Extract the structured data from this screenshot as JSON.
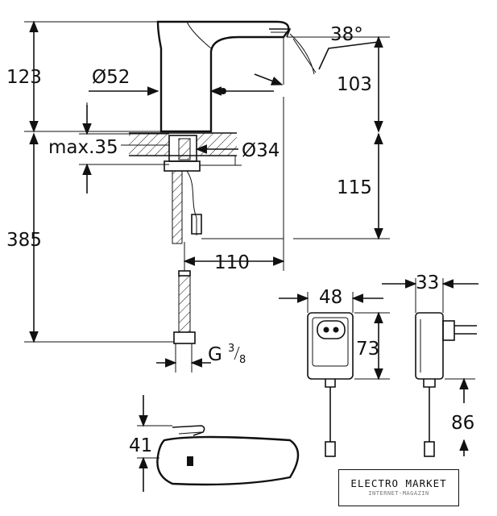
{
  "dimensions": {
    "height_top": "123",
    "spout_diameter": "Ø52",
    "spout_angle": "38°",
    "spout_height": "103",
    "max_thickness": "max.35",
    "hole_diameter": "Ø34",
    "under_counter": "115",
    "total_depth": "385",
    "reach": "110",
    "thread_base": "G",
    "thread_num": "3",
    "thread_den": "8",
    "adapter_width": "48",
    "adapter_depth": "33",
    "adapter_height": "73",
    "cable_length": "86",
    "sensor_height": "41"
  },
  "logo": {
    "title": "ELECTRO MARKET",
    "subtitle": "INTERNET-MAGAZIN"
  }
}
